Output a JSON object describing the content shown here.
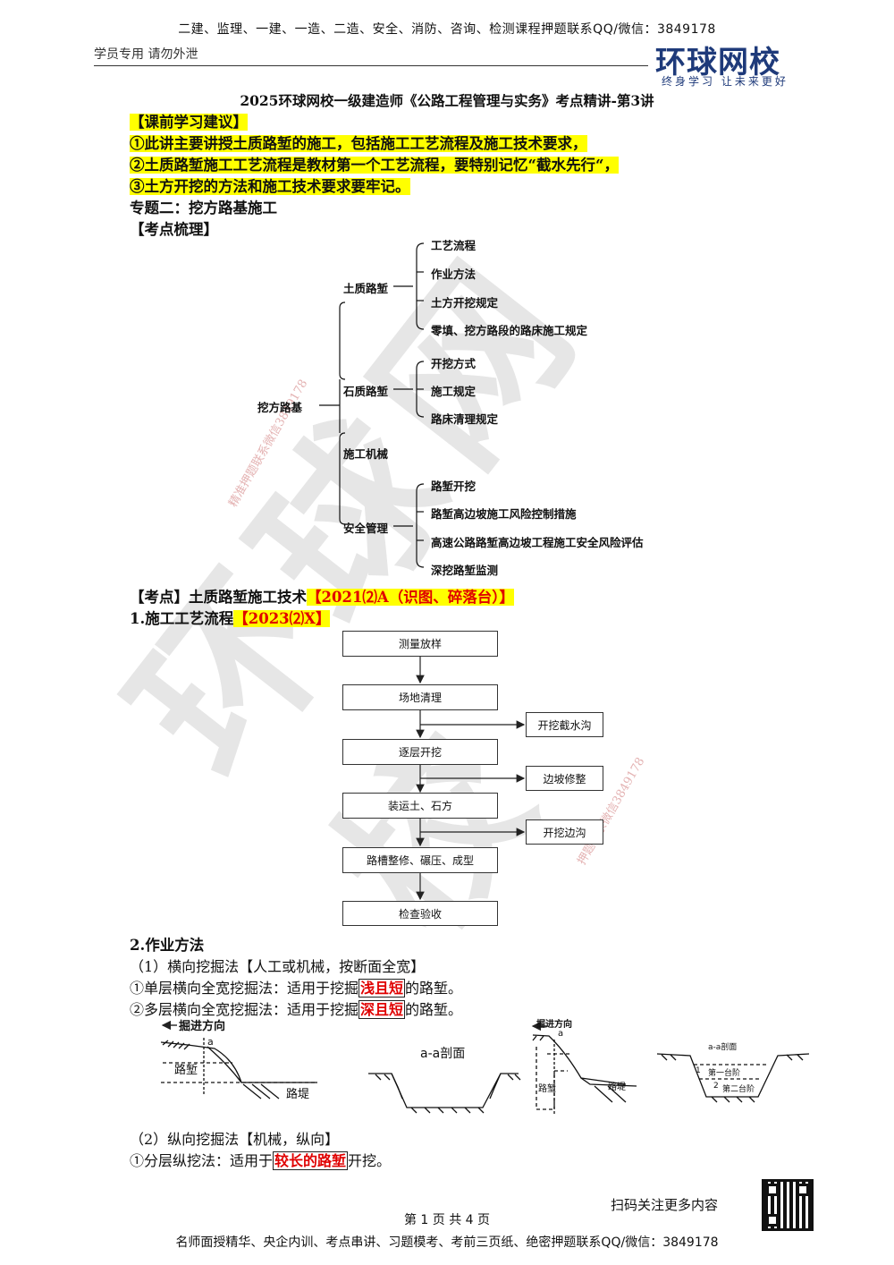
{
  "header": {
    "banner": "二建、监理、一建、一造、二造、安全、消防、咨询、检测课程押题联系QQ/微信：3849178",
    "student_note": "学员专用 请勿外泄",
    "logo_main": "环球网校",
    "logo_sub": "终身学习 让未来更好"
  },
  "title": "2025环球网校一级建造师《公路工程管理与实务》考点精讲-第3讲",
  "advice": {
    "heading": "【课前学习建议】",
    "items": [
      "①此讲主要讲授土质路堑的施工，包括施工工艺流程及施工技术要求，",
      "②土质路堑施工工艺流程是教材第一个工艺流程，要特别记忆“截水先行“，",
      "③土方开挖的方法和施工技术要求要牢记。"
    ]
  },
  "topic": "专题二：挖方路基施工",
  "outline_heading": "【考点梳理】",
  "mindmap": {
    "root": "挖方路基",
    "branches": [
      {
        "label": "土质路堑",
        "children": [
          "工艺流程",
          "作业方法",
          "土方开挖规定",
          "零填、挖方路段的路床施工规定"
        ]
      },
      {
        "label": "石质路堑",
        "children": [
          "开挖方式",
          "施工规定",
          "路床清理规定"
        ]
      },
      {
        "label": "施工机械",
        "children": []
      },
      {
        "label": "安全管理",
        "children": [
          "路堑开挖",
          "路堑高边坡施工风险控制措施",
          "高速公路路堑高边坡工程施工安全风险评估",
          "深挖路堑监测"
        ]
      }
    ]
  },
  "kaodian": {
    "label": "【考点】土质路堑施工技术",
    "tag": "【2021⑵A（识图、碎落台）】"
  },
  "section1": {
    "label": "1.施工工艺流程",
    "tag": "【2023⑵X】"
  },
  "flow": {
    "main": [
      "测量放样",
      "场地清理",
      "逐层开挖",
      "装运土、石方",
      "路槽整修、碾压、成型",
      "检查验收"
    ],
    "side": [
      "开挖截水沟",
      "边坡修整",
      "开挖边沟"
    ]
  },
  "section2": {
    "label": "2.作业方法",
    "p1": "（1）横向挖掘法【人工或机械，按断面全宽】",
    "p2_pre": "①单层横向全宽挖掘法：适用于挖掘",
    "p2_hl": "浅且短",
    "p2_post": "的路堑。",
    "p3_pre": "②多层横向全宽挖掘法：适用于挖掘",
    "p3_hl": "深且短",
    "p3_post": "的路堑。",
    "p4": "（2）纵向挖掘法【机械，纵向】",
    "p5_pre": "①分层纵挖法：适用于",
    "p5_hl": "较长的路堑",
    "p5_post": "开挖。"
  },
  "figures": {
    "fig1": {
      "dir": "掘进方向",
      "a": "a",
      "cut": "路堑",
      "fill": "路堤"
    },
    "fig2": {
      "title": "a-a剖面"
    },
    "fig3": {
      "dir": "掘进方向",
      "a": "a",
      "cut": "路堑",
      "fill": "路堤"
    },
    "fig4": {
      "title": "a-a剖面",
      "step1": "第一台阶",
      "step2": "第二台阶",
      "n1": "1",
      "n2": "2"
    }
  },
  "watermark": {
    "big": "环球网校",
    "small1": "精准押题联系微信3849178",
    "small2": "押题联系微信3849178"
  },
  "qr_label": "扫码关注更多内容",
  "page_info": "第 1 页 共 4 页",
  "footer_banner": "名师面授精华、央企内训、考点串讲、习题模考、考前三页纸、绝密押题联系QQ/微信：3849178"
}
